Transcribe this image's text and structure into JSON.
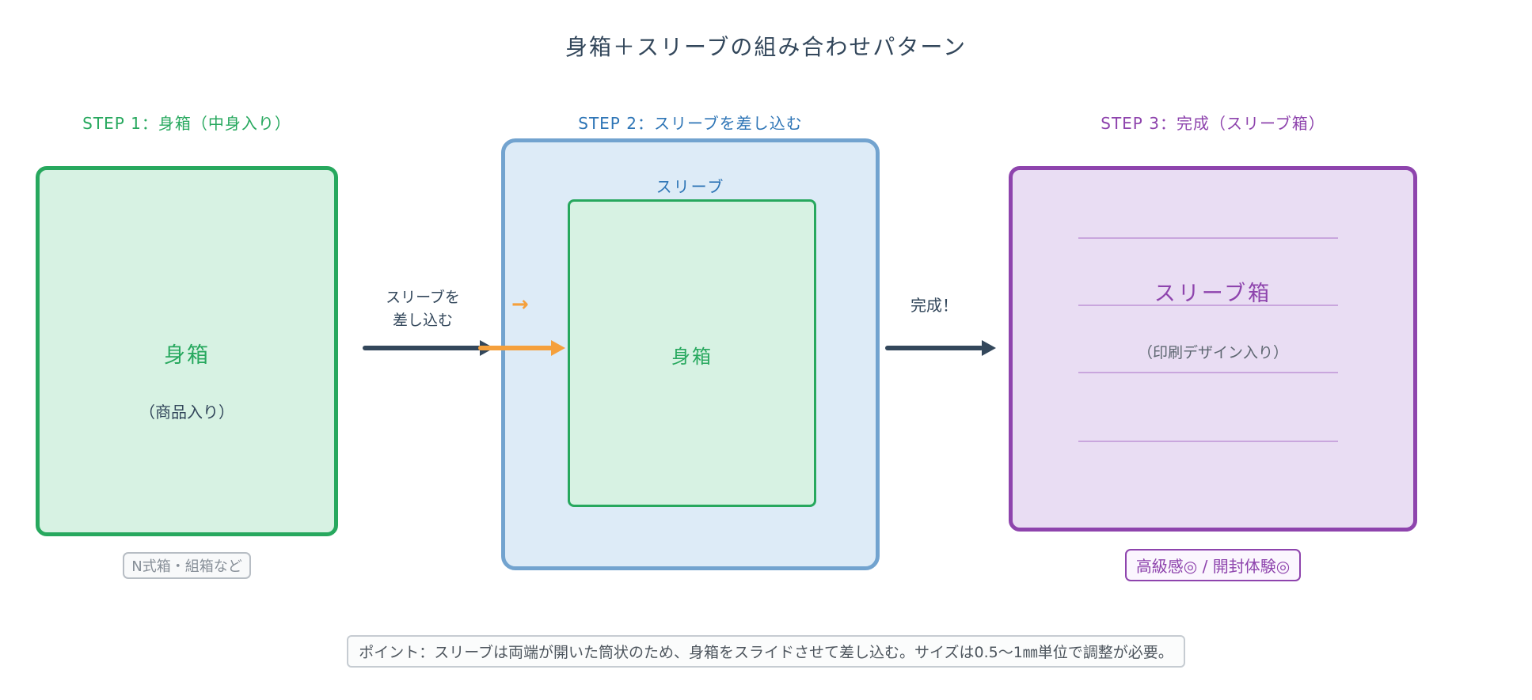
{
  "title": "身箱＋スリーブの組み合わせパターン",
  "steps": {
    "step1": {
      "header": "STEP 1：身箱（中身入り）",
      "box_label": "身箱",
      "box_sublabel": "（商品入り）",
      "badge": "N式箱・組箱など"
    },
    "step2": {
      "header": "STEP 2：スリーブを差し込む",
      "sleeve_label": "スリーブ",
      "inner_box_label": "身箱",
      "insert_glyph": "→"
    },
    "step3": {
      "header": "STEP 3：完成（スリーブ箱）",
      "box_label": "スリーブ箱",
      "box_sublabel": "（印刷デザイン入り）",
      "badge": "高級感◎ / 開封体験◎"
    }
  },
  "arrows": {
    "arrow1": {
      "label_line1": "スリーブを",
      "label_line2": "差し込む"
    },
    "arrow2": {
      "label": "完成！"
    }
  },
  "note": "ポイント：スリーブは両端が開いた筒状のため、身箱をスライドさせて差し込む。サイズは0.5〜1㎜単位で調整が必要。",
  "colors": {
    "green_accent": "#27a85e",
    "green_fill": "#d7f2e3",
    "blue_text": "#2e75b6",
    "blue_border": "#72a3cf",
    "blue_fill": "#ddebf7",
    "purple_accent": "#8e44ad",
    "purple_fill": "#e9ddf3",
    "dark_text": "#33475b",
    "orange_accent": "#f5a03c"
  }
}
